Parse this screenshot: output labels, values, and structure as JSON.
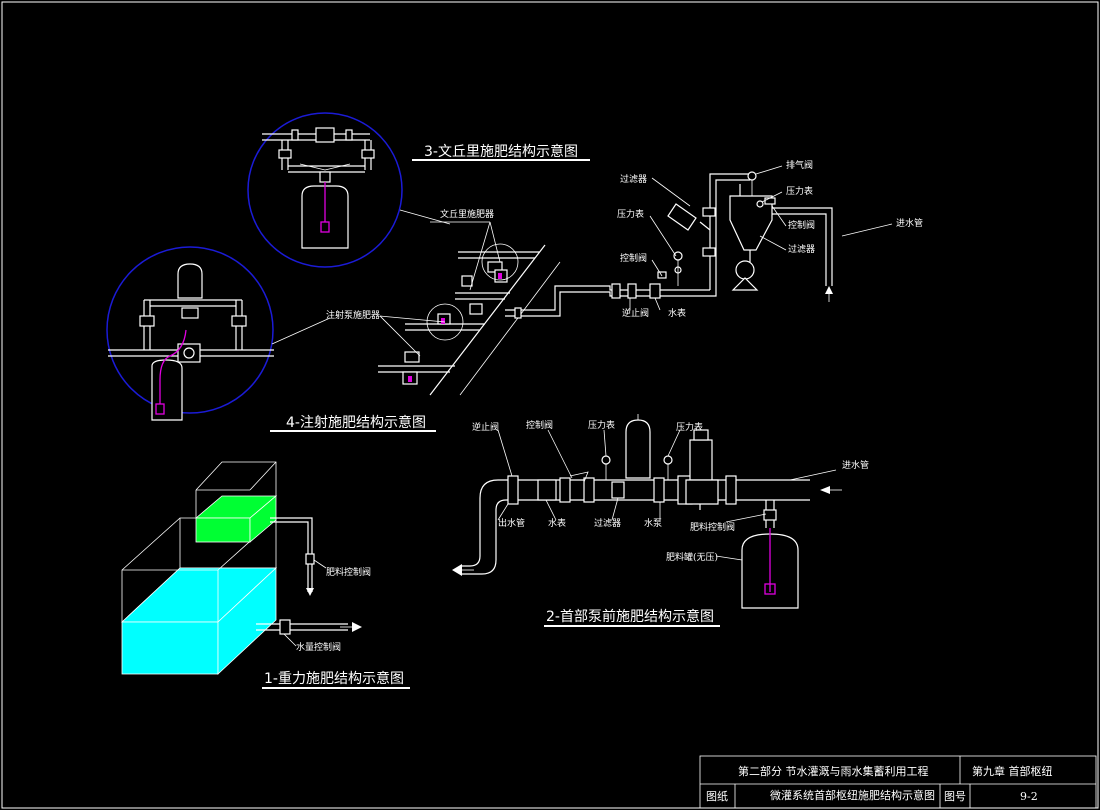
{
  "colors": {
    "background": "#000000",
    "line": "#ffffff",
    "detail_circle": "#1b1bd6",
    "fertilizer_tube": "#e000e0",
    "gravity_tank_small": "#00ff33",
    "gravity_tank_large": "#00ffff"
  },
  "diagram_titles": {
    "venturi": "3-文丘里施肥结构示意图",
    "injection": "4-注射施肥结构示意图",
    "gravity": "1-重力施肥结构示意图",
    "pump_front": "2-首部泵前施肥结构示意图"
  },
  "labels_top": {
    "venturi_fertilizer": "文丘里施肥器",
    "injection_pump": "注射泵施肥器",
    "filter_a": "过滤器",
    "pressure_gauge_a": "压力表",
    "control_valve_a": "控制阀",
    "check_valve_a": "逆止阀",
    "water_meter_a": "水表",
    "exhaust_valve": "排气阀",
    "pressure_gauge_b": "压力表",
    "control_valve_b": "控制阀",
    "filter_b": "过滤器",
    "inlet_pipe_a": "进水管"
  },
  "labels_pump": {
    "check_valve": "逆止阀",
    "control_valve": "控制阀",
    "pressure_gauge_1": "压力表",
    "pressure_gauge_2": "压力表",
    "inlet_pipe": "进水管",
    "outlet_pipe": "出水管",
    "water_meter": "水表",
    "filter": "过滤器",
    "pump": "水泵",
    "fert_control_valve": "肥料控制阀",
    "fert_tank": "肥料罐(无压)"
  },
  "labels_gravity": {
    "fert_control_valve": "肥料控制阀",
    "water_control_valve": "水量控制阀"
  },
  "title_block": {
    "part": "第二部分 节水灌溉与雨水集蓄利用工程",
    "chapter": "第九章 首部枢纽",
    "drawing_name_label": "图纸",
    "drawing_name": "微灌系统首部枢纽施肥结构示意图",
    "number_label": "图号",
    "number": "9-2"
  }
}
